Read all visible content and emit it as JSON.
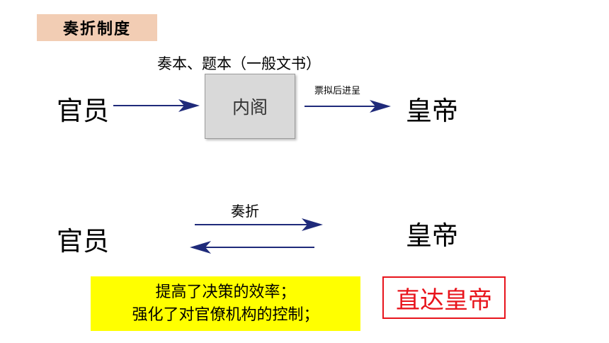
{
  "title": "奏折制度",
  "top_section": {
    "caption": "奏本、题本（一般文书）",
    "left_label": "官员",
    "box_label": "内阁",
    "arrow_label": "票拟后进呈",
    "right_label": "皇帝"
  },
  "bottom_section": {
    "arrow_label": "奏折",
    "left_label": "官员",
    "right_label": "皇帝"
  },
  "summary": {
    "line1": "提高了决策的效率；",
    "line2": "强化了对官僚机构的控制；"
  },
  "highlight": "直达皇帝",
  "colors": {
    "arrow": "#1f2a7a",
    "title_bg": "#f2cdb4",
    "summary_bg": "#ffff00",
    "highlight": "#e8141c"
  }
}
